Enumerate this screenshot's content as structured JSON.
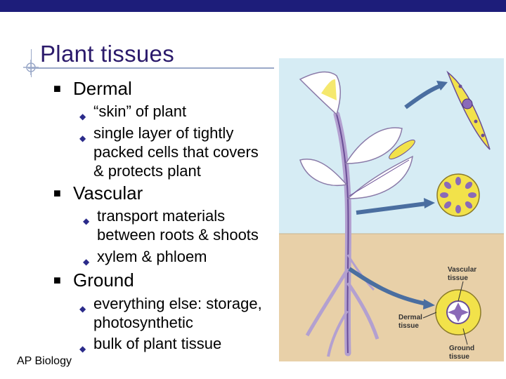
{
  "slide": {
    "title": "Plant tissues",
    "footer": "AP Biology",
    "accent_color": "#1d1d7a",
    "title_color": "#2b1a6b"
  },
  "bullets": [
    {
      "label": "Dermal",
      "items": [
        "“skin” of plant",
        "single layer of tightly\npacked cells that covers\n& protects plant"
      ]
    },
    {
      "label": "Vascular",
      "items": [
        "transport materials\nbetween roots & shoots",
        "xylem & phloem"
      ]
    },
    {
      "label": "Ground",
      "items": [
        "everything else: storage,\nphotosynthetic",
        "bulk of plant tissue"
      ]
    }
  ],
  "figure": {
    "labels": {
      "vascular": [
        "Vascular",
        "tissue"
      ],
      "dermal": [
        "Dermal",
        "tissue"
      ],
      "ground": [
        "Ground",
        "tissue"
      ]
    },
    "colors": {
      "sky": "#d6ecf4",
      "soil": "#e8d0a8",
      "stem": "#b3a0d0",
      "leaf": "#ffffff",
      "cell_yellow": "#f2e24a",
      "vascular_purple": "#6a4e96",
      "arrow": "#4a6ea0"
    }
  }
}
